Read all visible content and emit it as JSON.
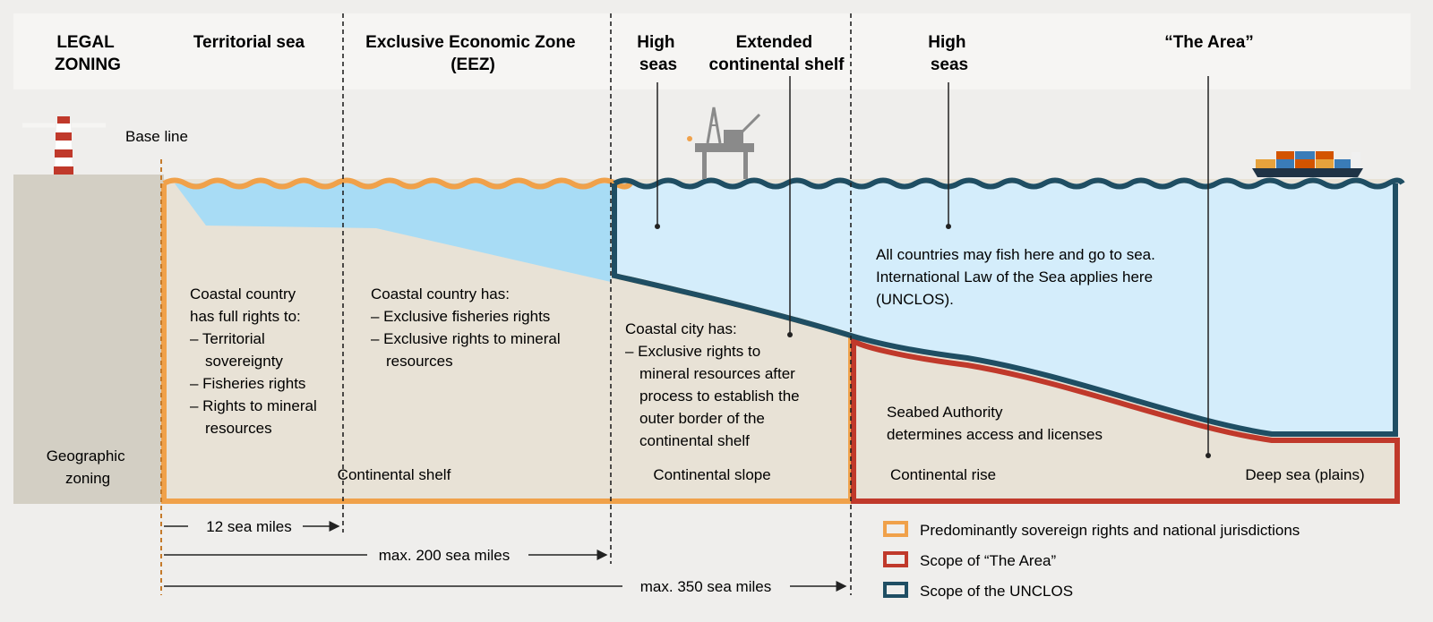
{
  "header": {
    "legal_zoning": [
      "LEGAL",
      "ZONING"
    ],
    "territorial_sea": "Territorial sea",
    "eez": [
      "Exclusive Economic Zone",
      "(EEZ)"
    ],
    "high_seas_left": [
      "High",
      "seas"
    ],
    "extended_shelf": [
      "Extended",
      "continental shelf"
    ],
    "high_seas_right": [
      "High",
      "seas"
    ],
    "the_area": "“The Area”"
  },
  "baseline_label": "Base line",
  "geographic_zoning": [
    "Geographic",
    "zoning"
  ],
  "territorial_text": [
    "Coastal country",
    "has full rights to:",
    "– Territorial",
    "sovereignty",
    "– Fisheries rights",
    "– Rights to mineral",
    "resources"
  ],
  "eez_text": [
    "Coastal country has:",
    "– Exclusive fisheries rights",
    "– Exclusive rights to mineral",
    "resources"
  ],
  "slope_text": [
    "Coastal city has:",
    "– Exclusive rights to",
    "mineral resources after",
    "process to establish the",
    "outer border of the",
    "continental shelf"
  ],
  "high_seas_text": [
    "All countries may fish here and go to sea.",
    "International Law of the Sea applies here",
    "(UNCLOS)."
  ],
  "seabed_text": [
    "Seabed Authority",
    "determines access and licenses"
  ],
  "zones": {
    "continental_shelf": "Continental shelf",
    "continental_slope": "Continental slope",
    "continental_rise": "Continental rise",
    "deep_sea": "Deep sea (plains)"
  },
  "distances": {
    "d12": "12 sea miles",
    "d200": "max. 200 sea miles",
    "d350": "max. 350 sea miles"
  },
  "legend": [
    {
      "label": "Predominantly sovereign rights and national jurisdictions",
      "color": "#f0a14a"
    },
    {
      "label": "Scope of “The Area”",
      "color": "#c0392b"
    },
    {
      "label": "Scope of the UNCLOS",
      "color": "#1f4e63"
    }
  ],
  "colors": {
    "land": "#d3cfc4",
    "seabed": "#e8e2d6",
    "shallow_water": "#a8dcf5",
    "deep_water": "#d4edfb",
    "header_bg": "#f6f5f3",
    "sovereign": "#f0a14a",
    "area": "#c0392b",
    "unclos": "#1f4e63"
  },
  "icons": [
    "lighthouse-icon",
    "oil-platform-icon",
    "cargo-ship-icon"
  ]
}
